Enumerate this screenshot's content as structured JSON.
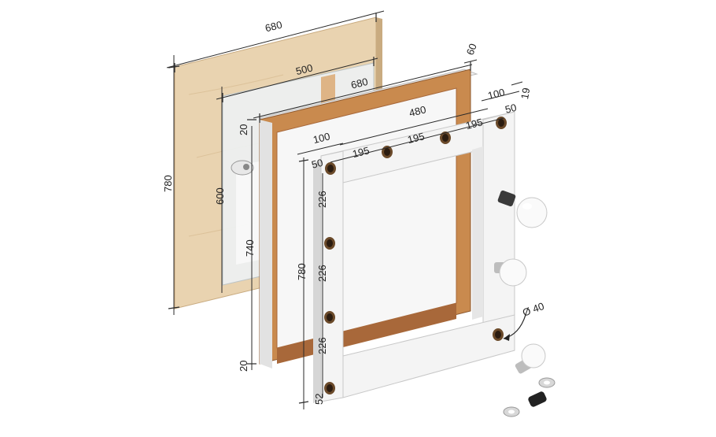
{
  "colors": {
    "plywood": "#e9d3b0",
    "plywood_edge": "#c9ab80",
    "wood": "#c98a4e",
    "wood_dark": "#a8683a",
    "white_panel": "#f4f4f4",
    "panel_shadow": "#d6d6d6",
    "glass": "#eef2f4",
    "bulb": "#fafafa"
  },
  "dimensions": {
    "backboard_width": "680",
    "backboard_height": "780",
    "mirror_width": "500",
    "mirror_height": "600",
    "frame_width": "680",
    "frame_depth": "60",
    "frame_height": "740",
    "frame_top_offset": "20",
    "frame_bottom_offset": "20",
    "front_inner_width": "480",
    "front_side_width_left": "100",
    "front_side_width_right": "100",
    "front_thickness": "19",
    "front_edge_offset_right": "50",
    "front_edge_offset_left": "50",
    "front_height": "780",
    "hole_spacing_top_1": "195",
    "hole_spacing_top_2": "195",
    "hole_spacing_top_3": "195",
    "hole_spacing_side_1": "226",
    "hole_spacing_side_2": "226",
    "hole_spacing_side_3": "226",
    "bottom_offset": "52",
    "hole_diameter": "Ø 40"
  }
}
